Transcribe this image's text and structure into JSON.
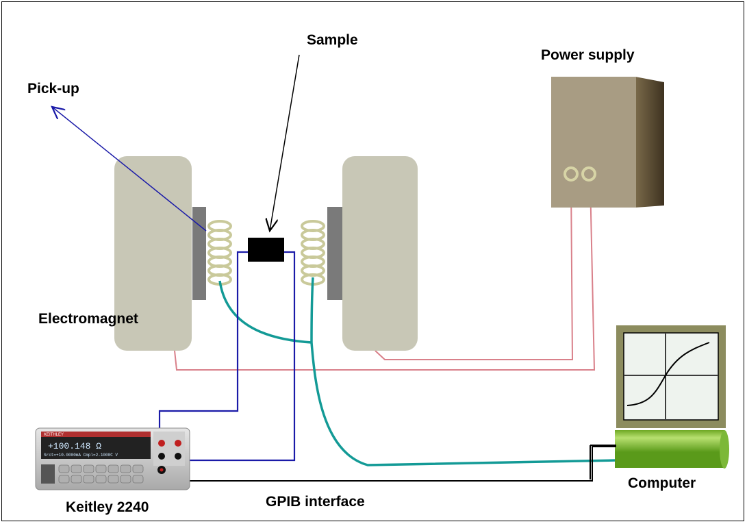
{
  "labels": {
    "sample": "Sample",
    "power_supply": "Power supply",
    "pick_up": "Pick-up",
    "electromagnet": "Electromagnet",
    "computer": "Computer",
    "keitley": "Keitley 2240",
    "gpib": "GPIB interface"
  },
  "keithley_display": {
    "brand": "KEITHLEY",
    "reading": "+100.148 Ω",
    "status": "Srct=+10.0000mA  Cmpl=2.1000C  V"
  },
  "colors": {
    "magnet_body": "#c8c7b6",
    "pole_piece": "#7a7a7a",
    "coil": "#c9c99a",
    "power_supply_front": "#a89c83",
    "power_supply_side": "#5a4a2e",
    "monitor_frame": "#8c8c5e",
    "monitor_screen": "#eef3ee",
    "computer_base": "#99cc44",
    "red_wire": "#d9808a",
    "blue_wire": "#1a1aa8",
    "teal_wire": "#139a96",
    "black_wire": "#000000"
  }
}
